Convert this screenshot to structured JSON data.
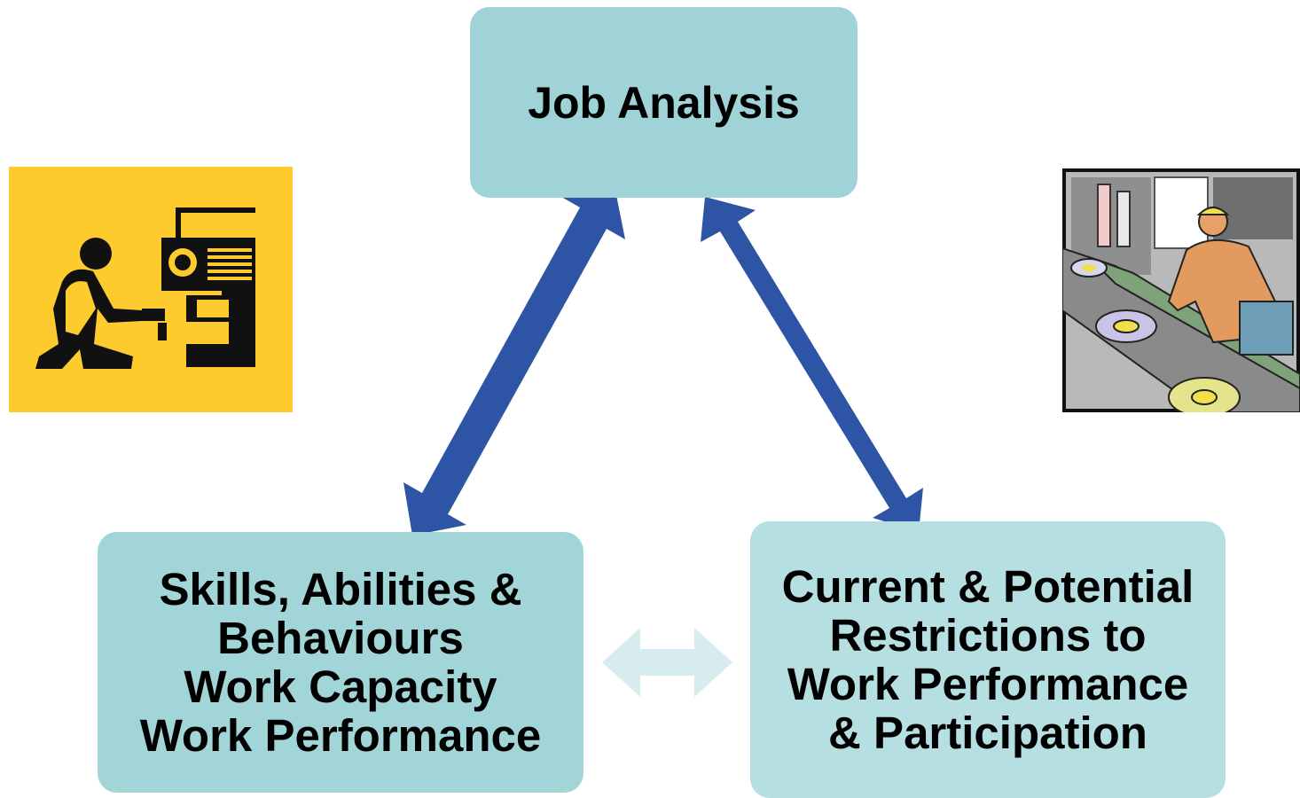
{
  "nodes": {
    "top": {
      "label": "Job Analysis"
    },
    "left": {
      "lines": [
        "Skills, Abilities &",
        "Behaviours",
        "Work Capacity",
        "Work Performance"
      ]
    },
    "right": {
      "lines": [
        "Current & Potential",
        "Restrictions to",
        "Work Performance",
        "& Participation"
      ]
    }
  },
  "colors": {
    "box_fill_top": "#9fd3d7",
    "box_fill_left": "#a2d5d8",
    "box_fill_right": "#b6dfe1",
    "arrow_dark": "#2e55a5",
    "arrow_light": "#d7ecee",
    "clipart_yellow": "#fecb2f"
  },
  "icons": {
    "left_clipart": "mechanic-repairing-vehicle-icon",
    "right_clipart": "factory-worker-conveyor-icon"
  }
}
